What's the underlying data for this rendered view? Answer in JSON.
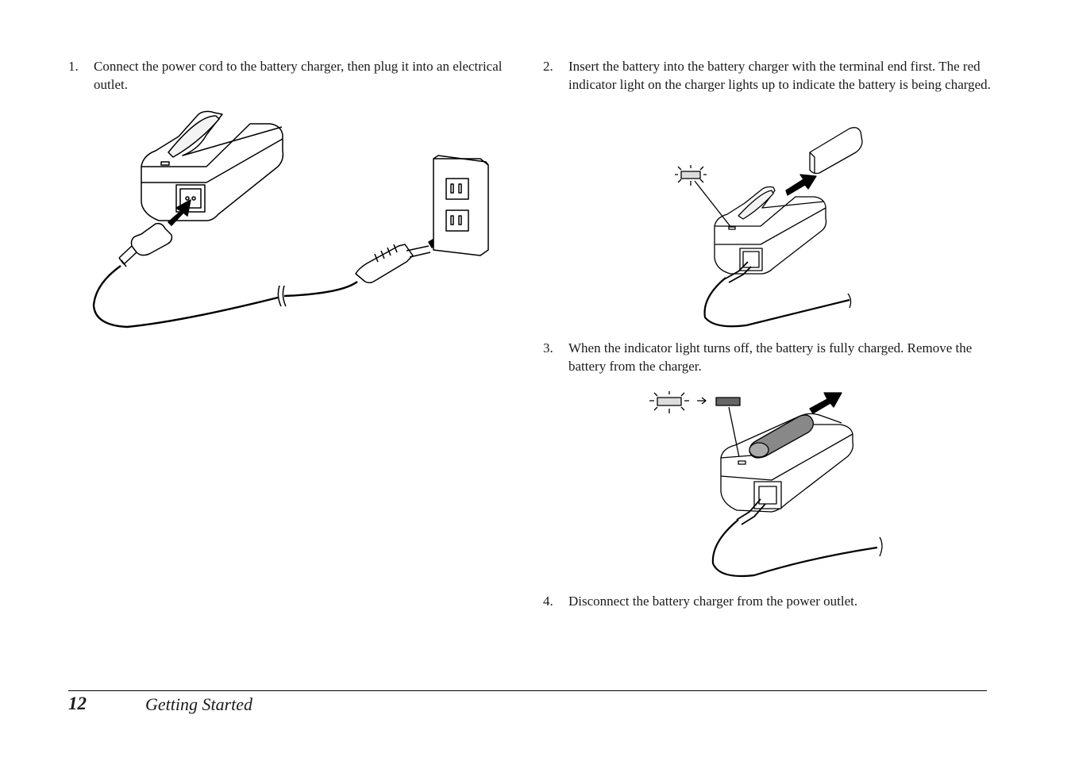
{
  "steps": [
    {
      "number": "1.",
      "text": "Connect the power cord to the battery charger, then plug it into an electrical outlet."
    },
    {
      "number": "2.",
      "text": "Insert the battery into the battery charger with the terminal end first. The red indicator light on the charger lights up to indicate the battery is being charged."
    },
    {
      "number": "3.",
      "text": "When the indicator light turns off, the battery is fully charged. Remove the battery from the charger."
    },
    {
      "number": "4.",
      "text": "Disconnect the battery charger from the power outlet."
    }
  ],
  "footer": {
    "page_number": "12",
    "section_title": "Getting Started"
  }
}
